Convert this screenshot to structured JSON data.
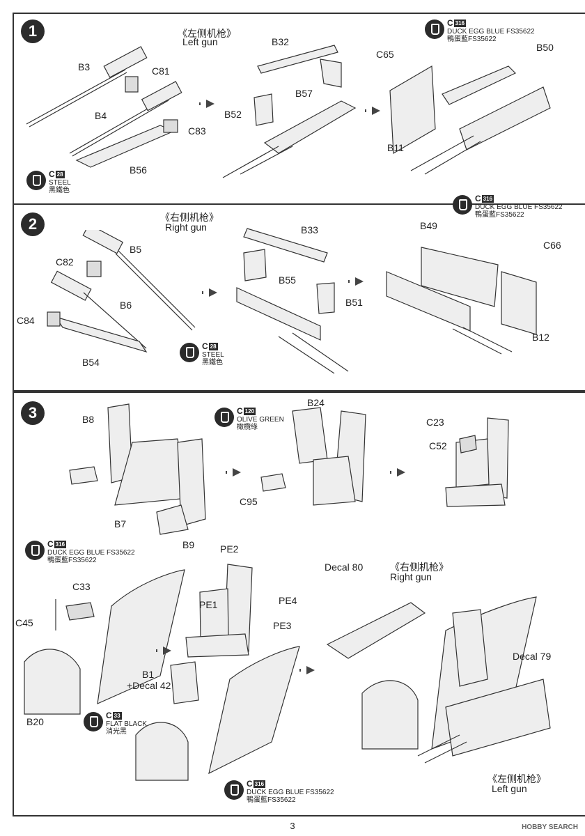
{
  "steps": [
    {
      "number": "1",
      "heading_cn": "《左侧机枪》",
      "heading_en": "Left gun",
      "labels": [
        "B3",
        "C81",
        "B4",
        "C83",
        "B56",
        "B32",
        "B57",
        "B52",
        "C65",
        "B50",
        "B11"
      ],
      "paints": [
        {
          "code": "C",
          "num": "28",
          "name": "STEEL",
          "name_cn": "黑鐵色"
        },
        {
          "code": "C",
          "num": "316",
          "name": "DUCK EGG BLUE FS35622",
          "name_cn": "鴨蛋藍FS35622"
        }
      ]
    },
    {
      "number": "2",
      "heading_cn": "《右侧机枪》",
      "heading_en": "Right gun",
      "labels": [
        "C82",
        "B5",
        "B6",
        "C84",
        "B54",
        "B33",
        "B55",
        "B51",
        "B49",
        "C66",
        "B12"
      ],
      "paints": [
        {
          "code": "C",
          "num": "28",
          "name": "STEEL",
          "name_cn": "黑鐵色"
        },
        {
          "code": "C",
          "num": "316",
          "name": "DUCK EGG BLUE FS35622",
          "name_cn": "鴨蛋藍FS35622"
        }
      ]
    },
    {
      "number": "3",
      "labels": [
        "B8",
        "B7",
        "B9",
        "B24",
        "C95",
        "C23",
        "C52",
        "C33",
        "C45",
        "B20",
        "PE2",
        "PE4",
        "PE1",
        "PE3",
        "B1",
        "+Decal 42",
        "Decal 80",
        "Decal 79"
      ],
      "right_heading_cn": "《右侧机枪》",
      "right_heading_en": "Right gun",
      "left_heading_cn": "《左侧机枪》",
      "left_heading_en": "Left gun",
      "paints": [
        {
          "code": "C",
          "num": "120",
          "name": "OLIVE GREEN",
          "name_cn": "橄欖綠"
        },
        {
          "code": "C",
          "num": "316",
          "name": "DUCK EGG BLUE FS35622",
          "name_cn": "鴨蛋藍FS35622"
        },
        {
          "code": "C",
          "num": "33",
          "name": "FLAT BLACK",
          "name_cn": "消光黑"
        },
        {
          "code": "C",
          "num": "316",
          "name": "DUCK EGG BLUE FS35622",
          "name_cn": "鴨蛋藍FS35622"
        }
      ]
    }
  ],
  "page_number": "3",
  "watermark": "HOBBY SEARCH"
}
